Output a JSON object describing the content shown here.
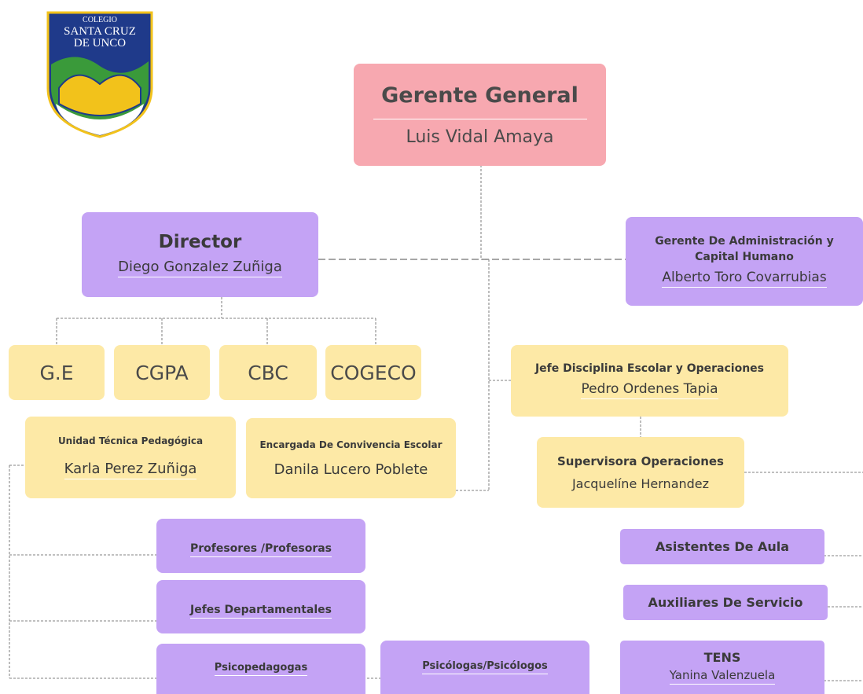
{
  "logo": {
    "line1": "COLEGIO",
    "line2": "SANTA CRUZ",
    "line3": "DE UNCO"
  },
  "gerente": {
    "title": "Gerente General",
    "name": "Luis Vidal Amaya"
  },
  "director": {
    "title": "Director",
    "name": "Diego Gonzalez Zuñiga"
  },
  "admin": {
    "title_line1": "Gerente De Administración y",
    "title_line2": "Capital Humano",
    "name": "Alberto Toro Covarrubias"
  },
  "councils": [
    "G.E",
    "CGPA",
    "CBC",
    "COGECO"
  ],
  "utp": {
    "title": "Unidad Técnica Pedagógica",
    "name": "Karla Perez Zuñiga"
  },
  "convivencia": {
    "title": "Encargada De Convivencia Escolar",
    "name": "Danila Lucero Poblete"
  },
  "jefe_disciplina": {
    "title": "Jefe Disciplina Escolar y Operaciones",
    "name": "Pedro Ordenes Tapia"
  },
  "supervisora": {
    "title": "Supervisora Operaciones",
    "name": "Jacquelíne Hernandez"
  },
  "profesores": "Profesores /Profesoras",
  "jefes_dep": "Jefes Departamentales",
  "psicopedagogas": "Psicopedagogas",
  "psicologas": "Psicólogas/Psicólogos",
  "asistentes": "Asistentes De Aula",
  "auxiliares": "Auxiliares De Servicio",
  "tens": {
    "title": "TENS",
    "name": "Yanina Valenzuela"
  },
  "colors": {
    "pink": "#f7a8b0",
    "purple": "#c4a3f5",
    "yellow": "#fde9a6",
    "logo_blue": "#1f3a8a",
    "logo_green": "#3a9a3a",
    "logo_yellow": "#f2c21b"
  }
}
